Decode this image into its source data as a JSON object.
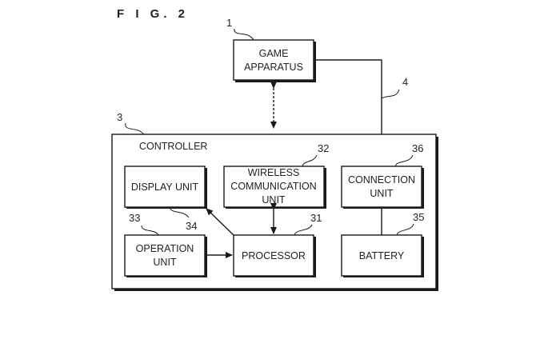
{
  "figure_title": "F I G. 2",
  "nodes": {
    "game_apparatus": {
      "ref": "1",
      "lines": [
        "GAME",
        "APPARATUS"
      ]
    },
    "controller": {
      "ref": "3",
      "label": "CONTROLLER"
    },
    "cable": {
      "ref": "4"
    },
    "processor": {
      "ref": "31",
      "lines": [
        "PROCESSOR"
      ]
    },
    "wireless_communication_unit": {
      "ref": "32",
      "lines": [
        "WIRELESS",
        "COMMUNICATION",
        "UNIT"
      ]
    },
    "operation_unit": {
      "ref": "33",
      "lines": [
        "OPERATION",
        "UNIT"
      ]
    },
    "display_unit": {
      "ref": "34",
      "lines": [
        "DISPLAY UNIT"
      ]
    },
    "battery": {
      "ref": "35",
      "lines": [
        "BATTERY"
      ]
    },
    "connection_unit": {
      "ref": "36",
      "lines": [
        "CONNECTION",
        "UNIT"
      ]
    }
  },
  "edges": [
    {
      "from": "game_apparatus",
      "to": "wireless_communication_unit",
      "style": "dashed",
      "direction": "bidirectional"
    },
    {
      "from": "game_apparatus",
      "to": "connection_unit",
      "style": "solid",
      "via": "cable"
    },
    {
      "from": "wireless_communication_unit",
      "to": "processor",
      "style": "solid",
      "direction": "bidirectional"
    },
    {
      "from": "processor",
      "to": "display_unit",
      "style": "solid",
      "direction": "forward"
    },
    {
      "from": "operation_unit",
      "to": "processor",
      "style": "solid",
      "direction": "forward"
    },
    {
      "from": "connection_unit",
      "to": "battery",
      "style": "solid",
      "direction": "none"
    }
  ]
}
